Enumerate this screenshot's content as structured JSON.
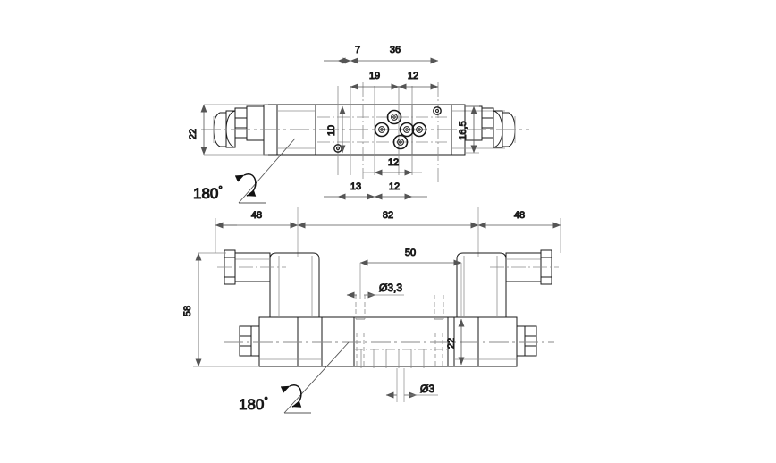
{
  "drawing": {
    "title": "Directional control valve - dimensioned drawing",
    "type": "technical-cad-drawing",
    "units": "mm",
    "background": "#ffffff",
    "line_color": "#1a1a1a",
    "dim_color": "#777777",
    "centerline_color": "#8a8a8a"
  },
  "top_view": {
    "name": "plan-view",
    "dimensions": {
      "height_left": "22",
      "port_band_left": "10",
      "port_band_right": "16,5",
      "chain_upper_a": "7",
      "chain_upper_b": "36",
      "chain_mid_a": "19",
      "chain_mid_b": "12",
      "chain_lower_a": "12",
      "chain_bottom_a": "13",
      "chain_bottom_b": "12"
    },
    "annotation": {
      "rotation": "180",
      "degree": "°"
    }
  },
  "overall": {
    "left_span": "48",
    "center_span": "82",
    "right_span": "48"
  },
  "front_view": {
    "name": "front-elevation",
    "dimensions": {
      "total_height": "58",
      "body_height": "22",
      "hole_span": "50"
    },
    "callouts": {
      "dia_3_3": "Ø3,3",
      "dia_3": "Ø3"
    },
    "annotation": {
      "rotation": "180",
      "degree": "°"
    }
  }
}
